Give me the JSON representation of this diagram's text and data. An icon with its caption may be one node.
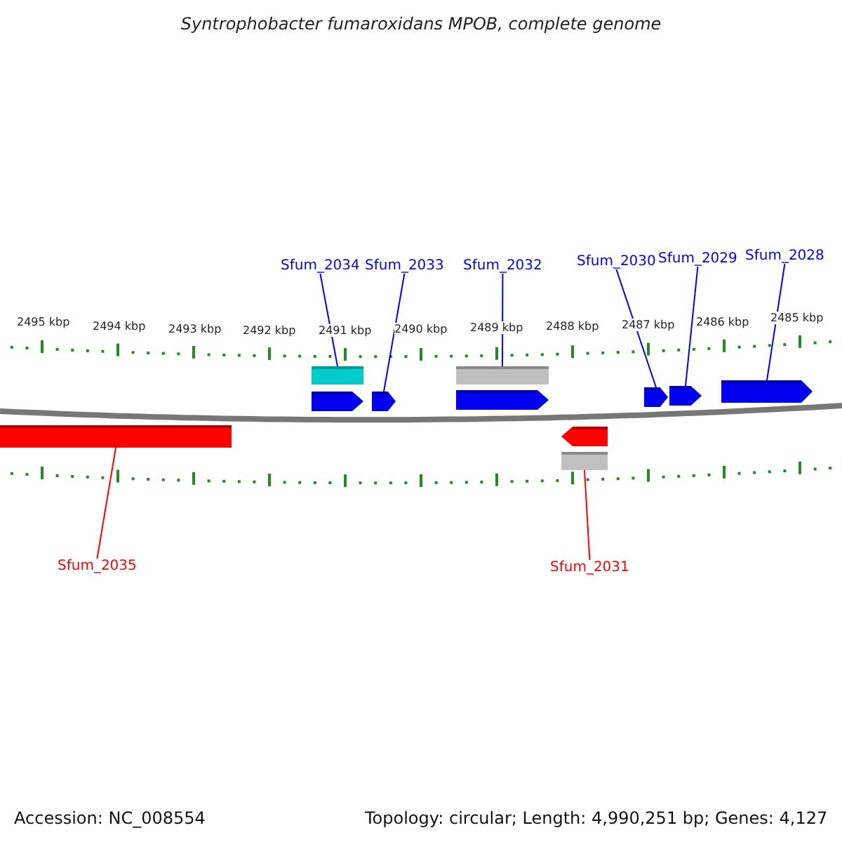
{
  "diagram": {
    "title": "Syntrophobacter fumaroxidans MPOB, complete genome",
    "nodes": [
      {
        "text": [
          "Sfum_2034"
        ]
      },
      {
        "text": [
          "Sfum_2033"
        ]
      },
      {
        "text": [
          "Sfum_2032"
        ]
      },
      {
        "text": [
          "Sfum_2030"
        ]
      },
      {
        "text": [
          "Sfum_2029"
        ]
      },
      {
        "text": [
          "Sfum_2028"
        ]
      },
      {
        "text": [],
        "shape": "bar"
      },
      {
        "text": [],
        "shape": "bar"
      },
      {
        "text": [],
        "shape": "arrow"
      },
      {
        "text": [],
        "shape": "arrow"
      },
      {
        "text": [],
        "shape": "arrow"
      },
      {
        "text": [],
        "shape": "arrow"
      },
      {
        "text": [],
        "shape": "arrow"
      },
      {
        "text": [],
        "shape": "arrow"
      },
      {
        "text": [],
        "shape": "bar"
      },
      {
        "text": [],
        "shape": "arrow"
      },
      {
        "text": [],
        "shape": "bar"
      },
      {
        "text": [
          "Sfum_2035"
        ]
      },
      {
        "text": [
          "Sfum_2031"
        ]
      }
    ],
    "edges": [
      {
        "from": 0,
        "to": 6,
        "arrow": "none"
      },
      {
        "from": 1,
        "to": 9,
        "arrow": "none"
      },
      {
        "from": 2,
        "to": 7,
        "arrow": "none"
      },
      {
        "from": 3,
        "to": 11,
        "arrow": "none"
      },
      {
        "from": 4,
        "to": 12,
        "arrow": "none"
      },
      {
        "from": 5,
        "to": 13,
        "arrow": "none"
      },
      {
        "from": 17,
        "to": 14,
        "arrow": "none",
        "color": "#ff0000"
      },
      {
        "from": 18,
        "to": 16,
        "arrow": "none",
        "color": "#ff0000"
      }
    ],
    "labels": [
      "2495 kbp",
      "2494 kbp",
      "2493 kbp",
      "2492 kbp",
      "2491 kbp",
      "2490 kbp",
      "2489 kbp",
      "2488 kbp",
      "2487 kbp",
      "2486 kbp",
      "2485 kbp",
      "Accession: NC_008554",
      "Topology: circular; Length: 4,990,251 bp; Genes: 4,127"
    ]
  }
}
